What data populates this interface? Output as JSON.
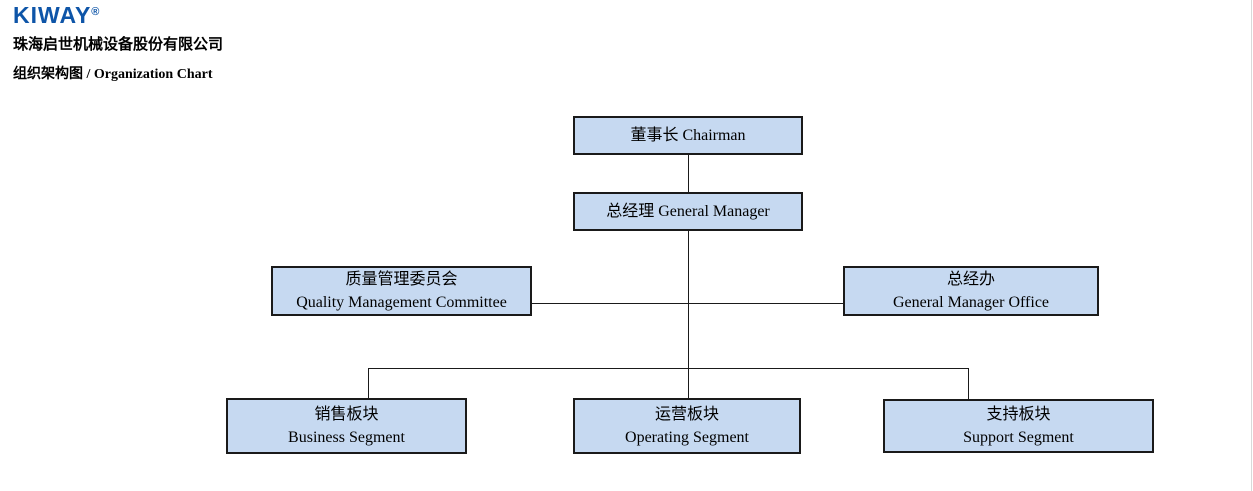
{
  "header": {
    "logo_text": "KIWAY",
    "logo_reg": "®",
    "company_name": "珠海启世机械设备股份有限公司",
    "chart_title": "组织架构图 / Organization Chart"
  },
  "org": {
    "nodes": [
      {
        "id": "chairman",
        "line1": "董事长 Chairman"
      },
      {
        "id": "general-manager",
        "line1": "总经理 General Manager"
      },
      {
        "id": "quality-management-committee",
        "line1": "质量管理委员会",
        "line2": "Quality Management Committee"
      },
      {
        "id": "general-manager-office",
        "line1": "总经办",
        "line2": "General Manager Office"
      },
      {
        "id": "business-segment",
        "line1": "销售板块",
        "line2": "Business Segment"
      },
      {
        "id": "operating-segment",
        "line1": "运营板块",
        "line2": "Operating Segment"
      },
      {
        "id": "support-segment",
        "line1": "支持板块",
        "line2": "Support Segment"
      }
    ]
  },
  "colors": {
    "box_fill": "#c6d9f1",
    "box_border": "#1a1a1a",
    "connector": "#1a1a1a",
    "logo_blue": "#0e55a8"
  }
}
